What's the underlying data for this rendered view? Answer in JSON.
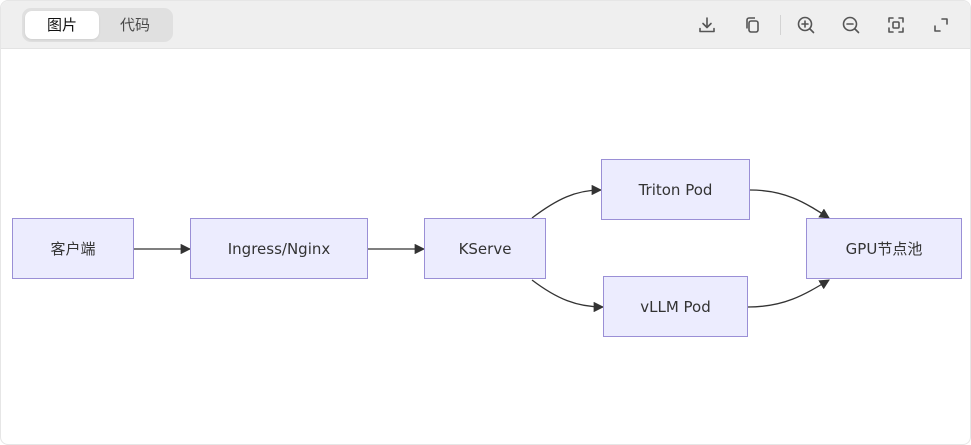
{
  "tabs": [
    {
      "label": "图片",
      "active": true
    },
    {
      "label": "代码",
      "active": false
    }
  ],
  "toolbar_icons": [
    "download-icon",
    "copy-icon",
    "zoom-in-icon",
    "zoom-out-icon",
    "fit-screen-icon",
    "fullscreen-icon"
  ],
  "diagram": {
    "nodes": {
      "client": "客户端",
      "ingress": "Ingress/Nginx",
      "kserve": "KServe",
      "triton": "Triton Pod",
      "vllm": "vLLM Pod",
      "gpu": "GPU节点池"
    },
    "edges": [
      [
        "client",
        "ingress"
      ],
      [
        "ingress",
        "kserve"
      ],
      [
        "kserve",
        "triton"
      ],
      [
        "kserve",
        "vllm"
      ],
      [
        "triton",
        "gpu"
      ],
      [
        "vllm",
        "gpu"
      ]
    ]
  },
  "colors": {
    "node_fill": "#ececfe",
    "node_border": "#9a8fd6",
    "edge": "#333333",
    "toolbar_bg": "#efefef"
  }
}
